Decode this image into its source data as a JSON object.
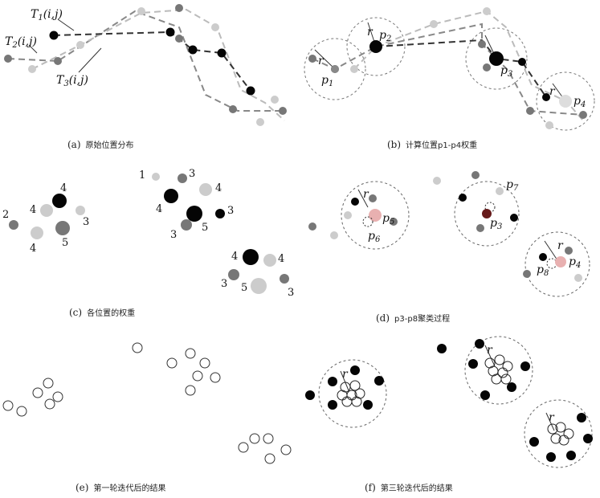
{
  "panels": {
    "a": {
      "letter": "(a)",
      "caption": "原始位置分布"
    },
    "b": {
      "letter": "(b)",
      "caption": "计算位置p1-p4权重"
    },
    "c": {
      "letter": "(c)",
      "caption": "各位置的权重"
    },
    "d": {
      "letter": "(d)",
      "caption": "p3-p8聚类过程"
    },
    "e": {
      "letter": "(e)",
      "caption": "第一轮迭代后的结果"
    },
    "f": {
      "letter": "(f)",
      "caption": "第三轮迭代后的结果"
    }
  },
  "trajectory_labels": {
    "t1": "T",
    "t1_sub": "1",
    "t1_args": "(i,j)",
    "t2": "T",
    "t2_sub": "2",
    "t2_args": "(i,j)",
    "t3": "T",
    "t3_sub": "3",
    "t3_args": "(i,j)"
  },
  "point_labels": {
    "p1": "p",
    "p1_sub": "1",
    "p2": "p",
    "p2_sub": "2",
    "p3": "p",
    "p3_sub": "3",
    "p4": "p",
    "p4_sub": "4",
    "p5": "p",
    "p5_sub": "5",
    "p6": "p",
    "p6_sub": "6",
    "p7": "p",
    "p7_sub": "7",
    "p8": "p",
    "p8_sub": "8",
    "radius": "r"
  },
  "weights_c": [
    "4",
    "2",
    "4",
    "3",
    "4",
    "5",
    "1",
    "3",
    "4",
    "4",
    "3",
    "3",
    "5",
    "4",
    "4",
    "3",
    "5",
    "3"
  ],
  "colors": {
    "black": "#050505",
    "dark": "#777777",
    "mid": "#a8a8a8",
    "light": "#d6d6d6",
    "pink": "#e8b0b0",
    "line_dark": "#555555",
    "line_light": "#aaaaaa"
  }
}
